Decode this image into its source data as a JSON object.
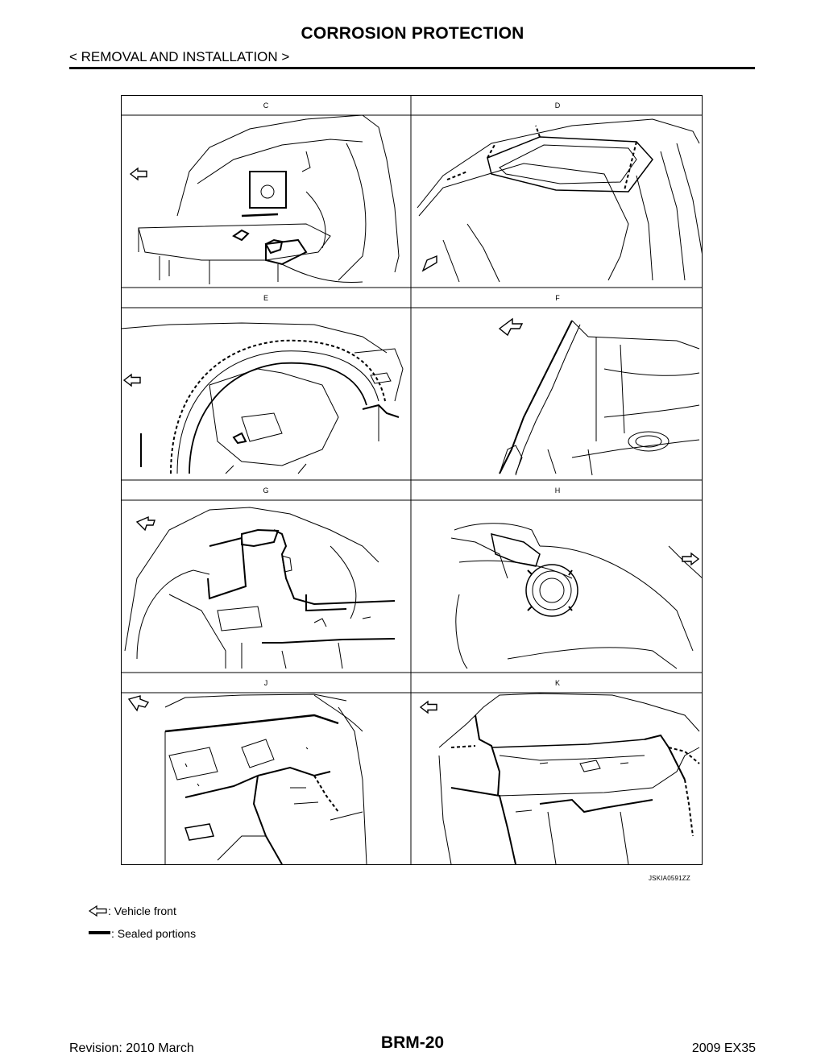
{
  "header": {
    "title": "CORROSION PROTECTION",
    "section": "< REMOVAL AND INSTALLATION >"
  },
  "figure": {
    "panels": [
      {
        "label": "C"
      },
      {
        "label": "D"
      },
      {
        "label": "E"
      },
      {
        "label": "F"
      },
      {
        "label": "G"
      },
      {
        "label": "H"
      },
      {
        "label": "J"
      },
      {
        "label": "K"
      }
    ],
    "code": "JSKIA0591ZZ"
  },
  "legend": {
    "vehicle_front": ": Vehicle front",
    "sealed": ": Sealed portions"
  },
  "footer": {
    "revision": "Revision: 2010 March",
    "page": "BRM-20",
    "model": "2009 EX35"
  }
}
